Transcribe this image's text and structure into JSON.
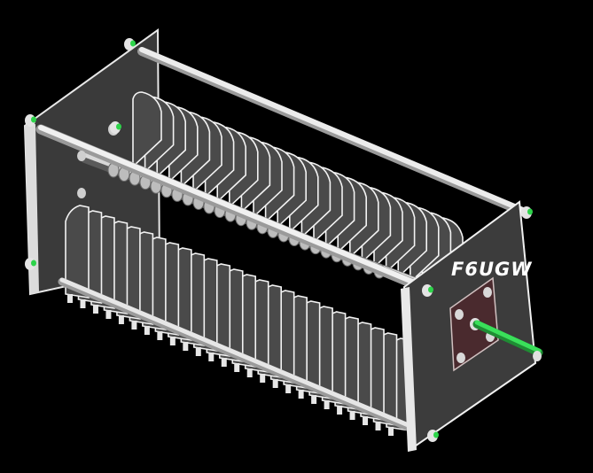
{
  "label": {
    "text": "F6UGW"
  },
  "model": {
    "rotor_plate_count": 26,
    "stator_plate_count": 26,
    "colors": {
      "background": "#000000",
      "end_plate": "#3c3c3c",
      "end_plate_edge": "#f0f0f0",
      "plate": "#4a4a4a",
      "plate_edge": "#f2f2f2",
      "rod": "#e8e8e8",
      "rod_shadow": "#9a9a9a",
      "screw_tip": "#2dd44a",
      "bearing_plate": "#4a2a2e",
      "shaft": "#34d050"
    }
  }
}
